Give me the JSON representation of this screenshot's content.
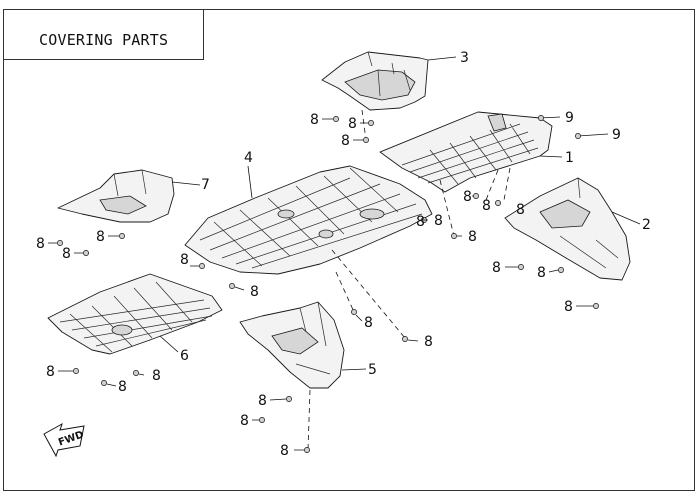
{
  "title": "COVERING PARTS",
  "forward_marker": "FWD",
  "callouts": {
    "c1": "1",
    "c2": "2",
    "c3": "3",
    "c4": "4",
    "c5": "5",
    "c6": "6",
    "c7": "7",
    "c9a": "9",
    "c9b": "9",
    "c8a": "8",
    "c8b": "8",
    "c8c": "8",
    "c8d": "8",
    "c8e": "8",
    "c8f": "8",
    "c8g": "8",
    "c8h": "8",
    "c8i": "8",
    "c8j": "8",
    "c8k": "8",
    "c8l": "8",
    "c8m": "8",
    "c8n": "8",
    "c8o": "8",
    "c8p": "8",
    "c8q": "8",
    "c8r": "8",
    "c8s": "8",
    "c8t": "8",
    "c8u": "8",
    "c8v": "8",
    "c8w": "8",
    "c8x": "8",
    "c8y": "8"
  }
}
